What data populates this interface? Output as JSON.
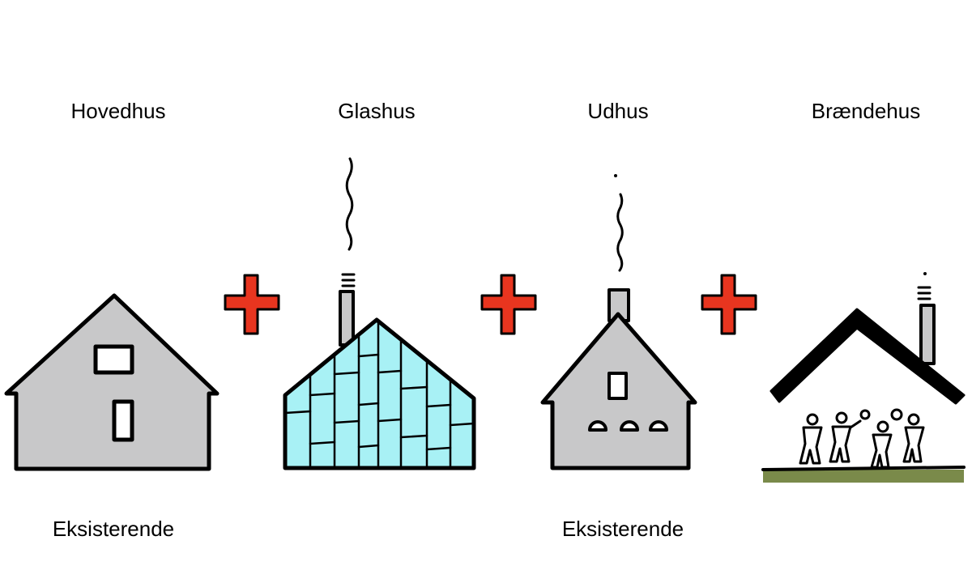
{
  "houses": [
    {
      "label": "Hovedhus",
      "status": "Eksisterende"
    },
    {
      "label": "Glashus",
      "status": ""
    },
    {
      "label": "Udhus",
      "status": "Eksisterende"
    },
    {
      "label": "Brændehus",
      "status": ""
    }
  ],
  "connector_symbol": "plus-icon",
  "colors": {
    "wall_gray": "#c8c8c9",
    "glass": "#a8f1f5",
    "plus_red": "#e8351f",
    "roof_black": "#000000",
    "ground_green": "#7a8a4a",
    "outline": "#000000"
  }
}
